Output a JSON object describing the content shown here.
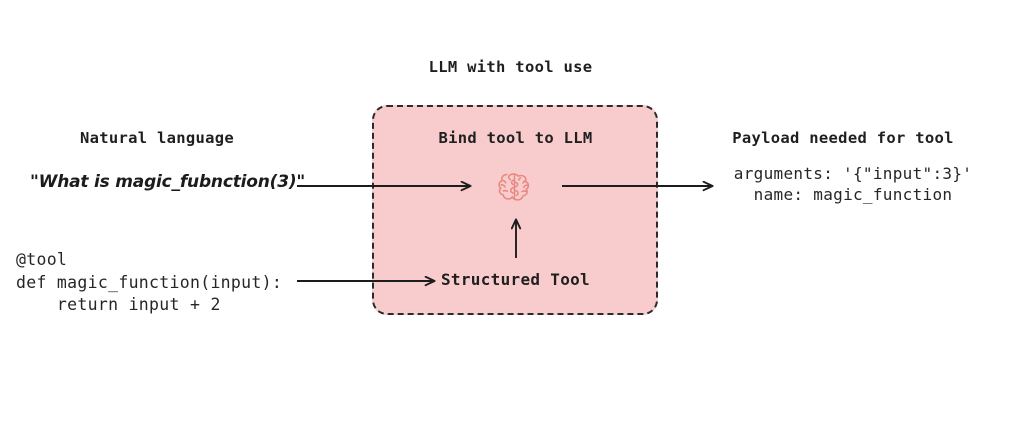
{
  "diagram": {
    "title": "LLM with tool use",
    "background_color": "#ffffff",
    "box": {
      "label": "Bind tool to LLM",
      "fill_color": "#f8cccc",
      "border_color": "#2b2b2b",
      "border_style": "dashed",
      "inner_label": "Structured Tool",
      "icon": "brain-icon"
    },
    "left": {
      "heading": "Natural language",
      "quote": "\"What is magic_fubnction(3)\"",
      "code_lines": [
        "@tool",
        "def magic_function(input):",
        "    return input + 2"
      ]
    },
    "right": {
      "heading": "Payload needed for tool",
      "payload_lines": [
        "arguments: '{\"input\":3}'",
        "name: magic_function"
      ]
    },
    "arrows": [
      {
        "name": "arrow-nl-to-llm",
        "from": "natural-language-quote",
        "to": "llm-box"
      },
      {
        "name": "arrow-llm-to-payload",
        "from": "llm-box",
        "to": "payload"
      },
      {
        "name": "arrow-code-to-tool",
        "from": "code-block",
        "to": "structured-tool"
      },
      {
        "name": "arrow-tool-to-brain",
        "from": "structured-tool",
        "to": "brain-icon"
      }
    ]
  }
}
